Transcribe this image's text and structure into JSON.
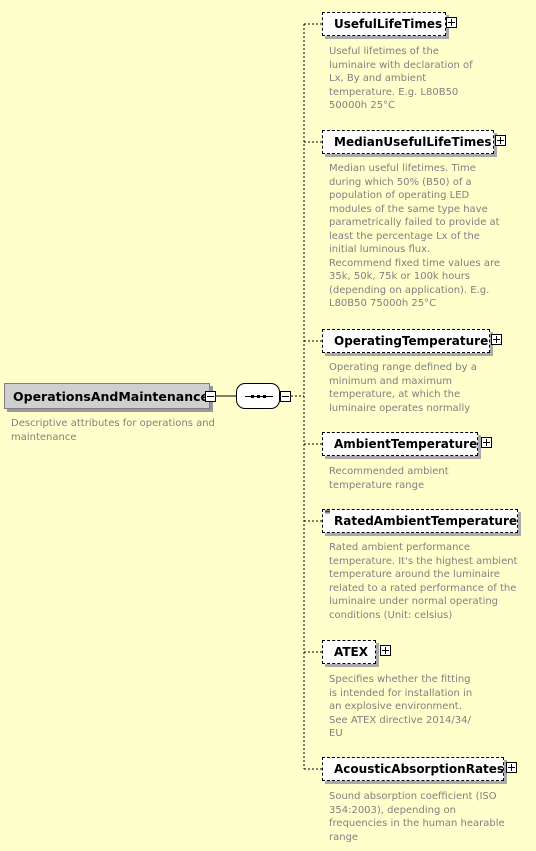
{
  "root": {
    "name": "OperationsAndMaintenance",
    "description": "Descriptive attributes for operations and\nmaintenance"
  },
  "elements": [
    {
      "name": "UsefulLifeTimes",
      "expandable": true,
      "description": "Useful lifetimes of the\nluminaire with declaration of\nLx, By and ambient\ntemperature. E.g. L80B50\n50000h 25°C"
    },
    {
      "name": "MedianUsefulLifeTimes",
      "expandable": true,
      "description": "Median useful lifetimes. Time\nduring which 50% (B50) of a\npopulation of operating LED\nmodules of the same type have\nparametrically failed to provide at\nleast the percentage Lx of the\ninitial luminous flux.\nRecommend fixed time values are\n35k, 50k, 75k or 100k hours\n(depending on application). E.g.\nL80B50 75000h 25°C"
    },
    {
      "name": "OperatingTemperature",
      "expandable": true,
      "description": "Operating range defined by a\nminimum and maximum\ntemperature, at which the\nluminaire operates normally"
    },
    {
      "name": "AmbientTemperature",
      "expandable": true,
      "description": "Recommended ambient\ntemperature range"
    },
    {
      "name": "RatedAmbientTemperature",
      "expandable": false,
      "description": "Rated ambient performance\ntemperature. It's the highest ambient\ntemperature around the luminaire\nrelated to a rated performance of the\nluminaire under normal operating\nconditions (Unit: celsius)"
    },
    {
      "name": "ATEX",
      "expandable": true,
      "description": "Specifies whether the fitting\nis intended for installation in\nan explosive environment.\nSee ATEX directive 2014/34/\nEU"
    },
    {
      "name": "AcousticAbsorptionRates",
      "expandable": true,
      "description": "Sound absorption coefficient (ISO\n354:2003), depending on\nfrequencies in the human hearable\nrange"
    }
  ],
  "colors": {
    "background": "#ffffcc",
    "root_fill": "#cfcfcf",
    "description_text": "#808080"
  }
}
